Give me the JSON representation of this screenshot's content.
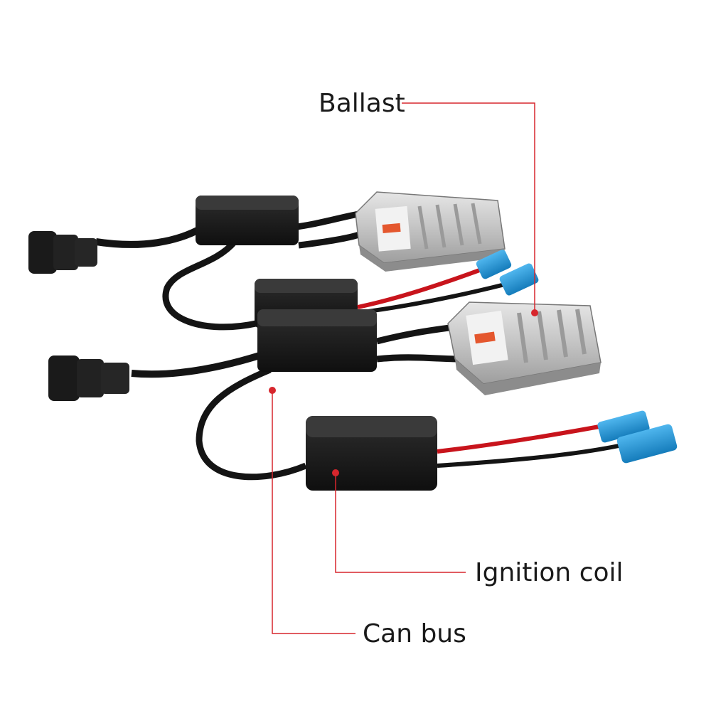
{
  "labels": {
    "ballast": "Ballast",
    "ignition_coil": "Ignition coil",
    "can_bus": "Can bus"
  },
  "colors": {
    "background": "#ffffff",
    "leader_line": "#d7262d",
    "cable_black": "#141414",
    "power_wire_red": "#c8141c",
    "connector_blue": "#1b8fd0",
    "ballast_metal": "#c9c9c9",
    "warning_orange": "#e4572e"
  },
  "icons": [
    "ballast-unit",
    "ignition-coil-box",
    "can-bus-box",
    "power-plug-connector",
    "bulb-connector"
  ]
}
